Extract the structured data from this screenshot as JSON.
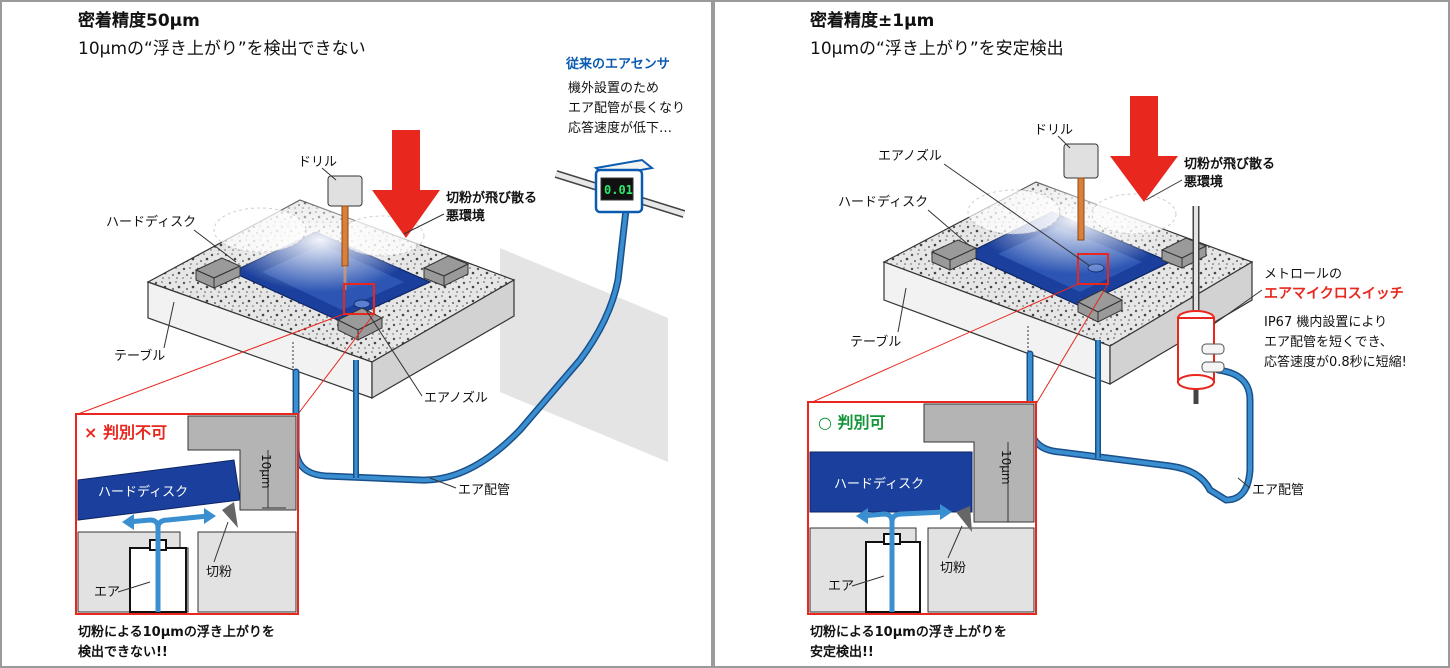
{
  "left": {
    "title": "密着精度50µm",
    "subtitle": "10µmの“浮き上がり”を検出できない",
    "sensor_title": "従来のエアセンサ",
    "sensor_desc": [
      "機外設置のため",
      "エア配管が長くなり",
      "応答速度が低下…"
    ],
    "sensor_display": "0.01",
    "labels": {
      "drill": "ドリル",
      "hard_disk": "ハードディスク",
      "table": "テーブル",
      "air_nozzle": "エアノズル",
      "air_pipe": "エア配管",
      "chips": [
        "切粉が飛び散る",
        "悪環境"
      ]
    },
    "inset": {
      "verdict": "× 判別不可",
      "hard_disk": "ハードディスク",
      "gap": "10µm",
      "air": "エア",
      "chip": "切粉"
    },
    "caption": [
      "切粉による10µmの浮き上がりを",
      "検出できない!!"
    ]
  },
  "right": {
    "title": "密着精度±1µm",
    "subtitle": "10µmの“浮き上がり”を安定検出",
    "switch_maker": "メトロールの",
    "switch_name": "エアマイクロスイッチ",
    "switch_desc": [
      "IP67 機内設置により",
      "エア配管を短くでき、",
      "応答速度が0.8秒に短縮!"
    ],
    "labels": {
      "drill": "ドリル",
      "hard_disk": "ハードディスク",
      "table": "テーブル",
      "air_nozzle": "エアノズル",
      "air_pipe": "エア配管",
      "chips": [
        "切粉が飛び散る",
        "悪環境"
      ]
    },
    "inset": {
      "verdict": "○ 判別可",
      "hard_disk": "ハードディスク",
      "gap": "10µm",
      "air": "エア",
      "chip": "切粉"
    },
    "caption": [
      "切粉による10µmの浮き上がりを",
      "安定検出!!"
    ]
  },
  "colors": {
    "disk_blue": "#1a3f9c",
    "air_blue": "#3a8fd0",
    "red": "#e8271e",
    "green": "#14953a",
    "sensor_blue": "#0a5bb0"
  }
}
